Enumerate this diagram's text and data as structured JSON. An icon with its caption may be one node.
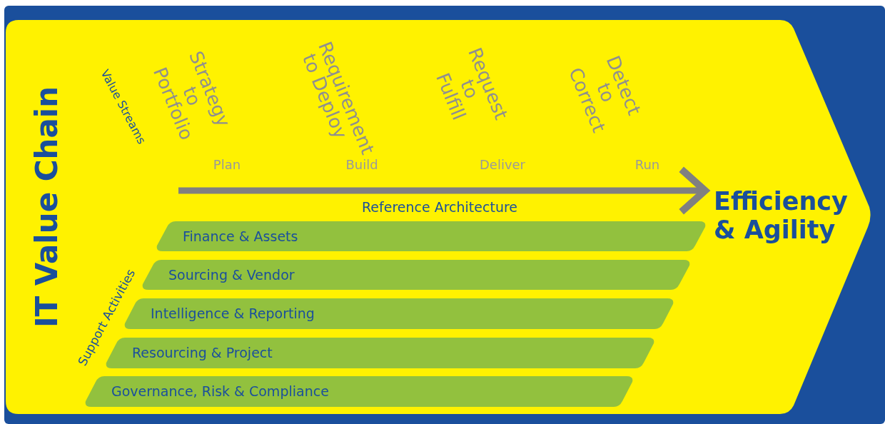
{
  "diagram": {
    "nodes": [
      {
        "text": [
          "IT Value Chain"
        ]
      },
      {
        "text": [
          "Efficiency & Agility"
        ],
        "in": 0
      },
      {
        "text": [
          "Finance & Assets"
        ],
        "in": 0
      },
      {
        "text": [
          "Sourcing & Vendor"
        ],
        "in": 0
      },
      {
        "text": [
          "Intelligence & Reporting"
        ],
        "in": 0
      },
      {
        "text": [
          "Resourcing & Project"
        ],
        "in": 0
      },
      {
        "text": [
          "Governance, Risk & Compliance"
        ],
        "in": 0
      }
    ],
    "edges": [
      {
        "from": null,
        "to": 1,
        "arrow": "to",
        "label": "Reference Architecture"
      }
    ],
    "labels": [
      "Value Streams",
      "Strategy to Portfolio",
      "Requirement to Deploy",
      "Request to Fulfill",
      "Detect to Correct",
      "Plan",
      "Build",
      "Deliver",
      "Run",
      "Support Activities"
    ]
  }
}
